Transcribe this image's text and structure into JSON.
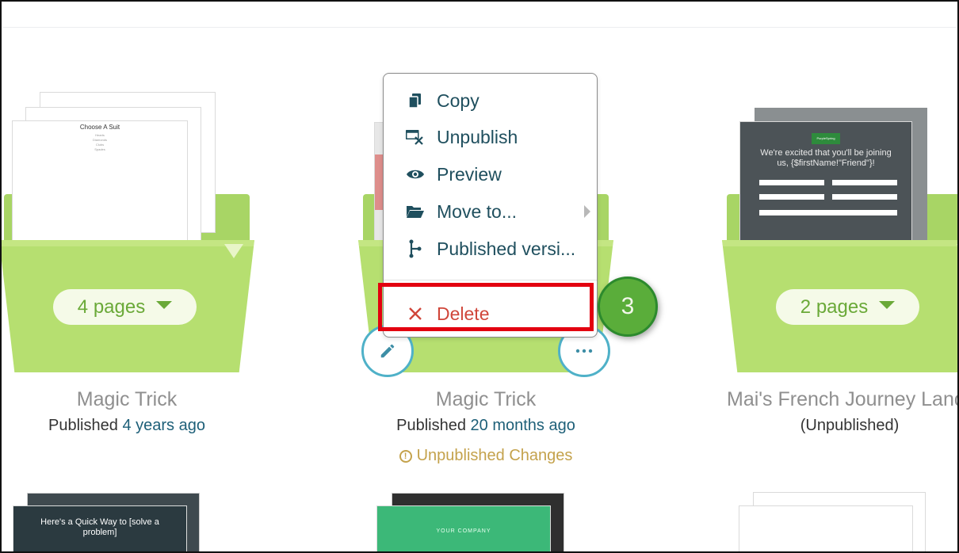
{
  "cards": [
    {
      "title": "Magic Trick",
      "status_prefix": "Published",
      "status_time": "4 years ago",
      "pages_label": "4 pages",
      "preview_heading": "Choose A Suit",
      "preview_items": [
        "Hearts",
        "Diamonds",
        "Clubs",
        "Spades"
      ]
    },
    {
      "title": "Magic Trick",
      "status_prefix": "Published",
      "status_time": "20 months ago",
      "warning": "Unpublished Changes"
    },
    {
      "title": "Mai's French Journey Landi...",
      "status": "(Unpublished)",
      "pages_label": "2 pages",
      "preview_brand": "PurpleSpring",
      "preview_heading": "We're excited that you'll be joining us, {$firstName!\"Friend\"}!"
    }
  ],
  "bottom_row": [
    {
      "preview_text": "Here's a Quick Way to [solve a problem]"
    },
    {
      "preview_text": "YOUR COMPANY"
    },
    {
      "preview_text": ""
    }
  ],
  "context_menu": {
    "items": [
      {
        "label": "Copy",
        "icon": "copy-icon"
      },
      {
        "label": "Unpublish",
        "icon": "unpublish-icon"
      },
      {
        "label": "Preview",
        "icon": "eye-icon"
      },
      {
        "label": "Move to...",
        "icon": "folder-open-icon"
      },
      {
        "label": "Published versi...",
        "icon": "version-tree-icon"
      }
    ],
    "delete_label": "Delete"
  },
  "step_badge": "3",
  "colors": {
    "folder": "#b6df70",
    "pill_text": "#6aa938",
    "menu_text": "#1f4f5e",
    "delete": "#d0463a",
    "highlight": "#e3000f",
    "step_badge": "#5aad3a",
    "link": "#1d5f78",
    "warning": "#c4a24c"
  }
}
